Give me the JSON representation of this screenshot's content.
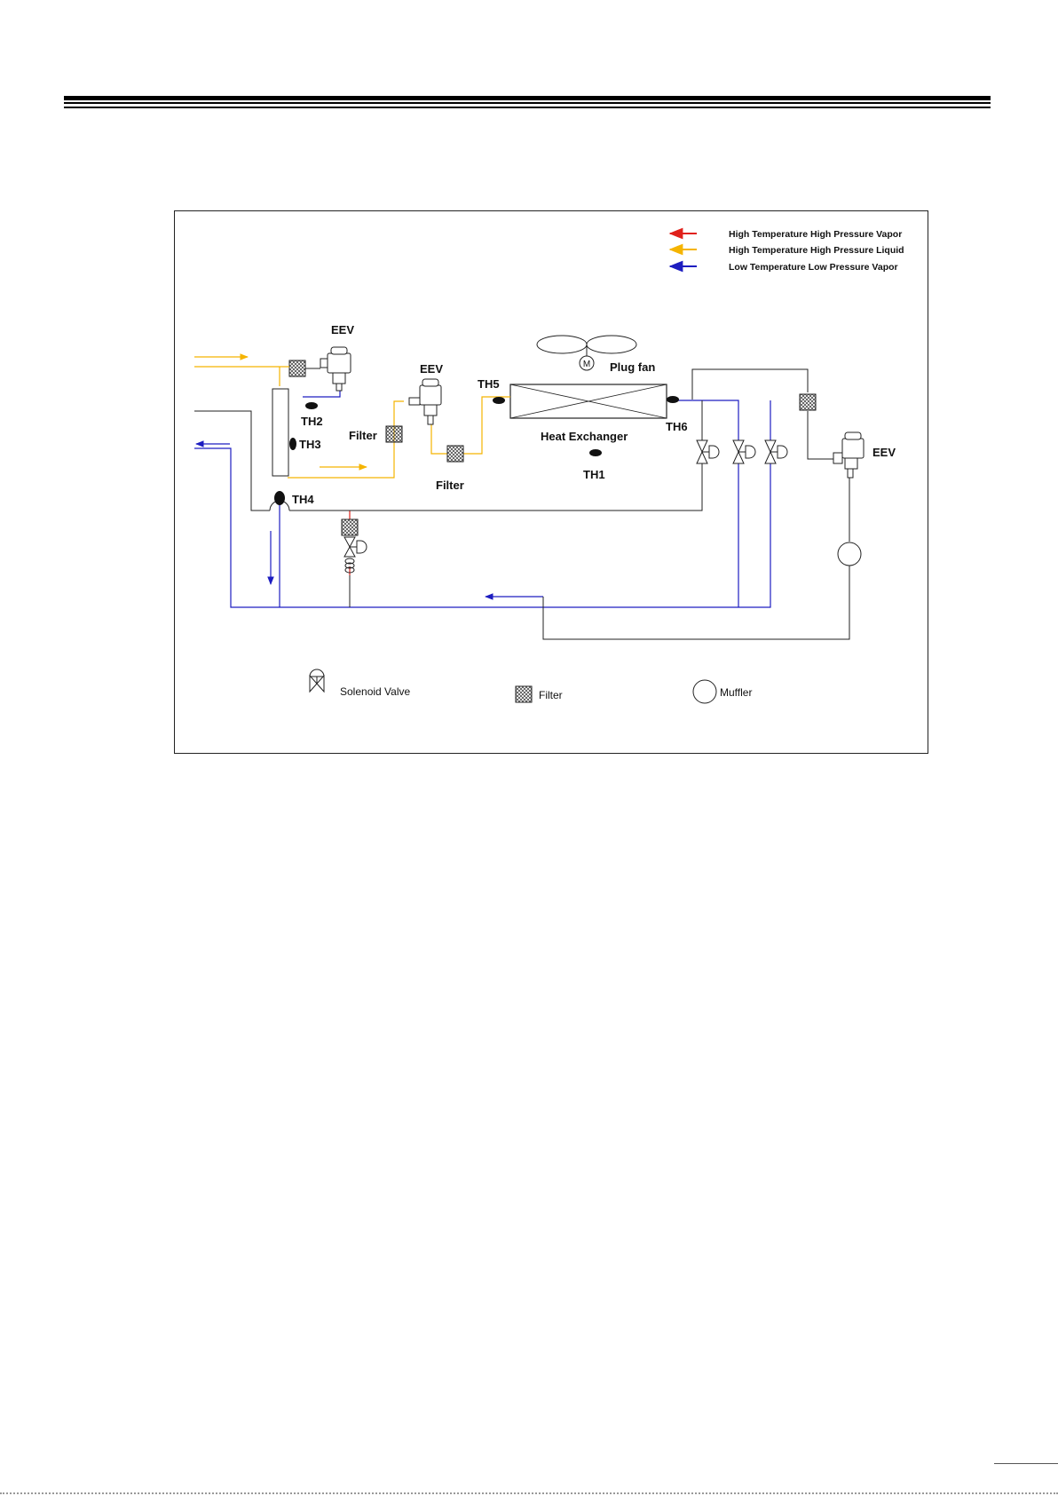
{
  "colors": {
    "vapor_hot": "#e0211b",
    "liquid_hot": "#f5b400",
    "vapor_cold": "#1d1dc0",
    "line": "#222222"
  },
  "legend": {
    "items": [
      {
        "text": "High Temperature High Pressure Vapor",
        "color": "#e0211b"
      },
      {
        "text": "High Temperature High Pressure Liquid",
        "color": "#f5b400"
      },
      {
        "text": "Low Temperature Low Pressure Vapor",
        "color": "#1d1dc0"
      }
    ]
  },
  "labels": {
    "eev_1": "EEV",
    "eev_2": "EEV",
    "eev_3": "EEV",
    "th1": "TH1",
    "th2": "TH2",
    "th3": "TH3",
    "th4": "TH4",
    "th5": "TH5",
    "th6": "TH6",
    "filter_1": "Filter",
    "filter_2": "Filter",
    "heat_exchanger": "Heat Exchanger",
    "plug_fan": "Plug fan",
    "motor": "M"
  },
  "symbol_legend": {
    "solenoid_valve": "Solenoid Valve",
    "filter": "Filter",
    "muffler": "Muffler"
  }
}
